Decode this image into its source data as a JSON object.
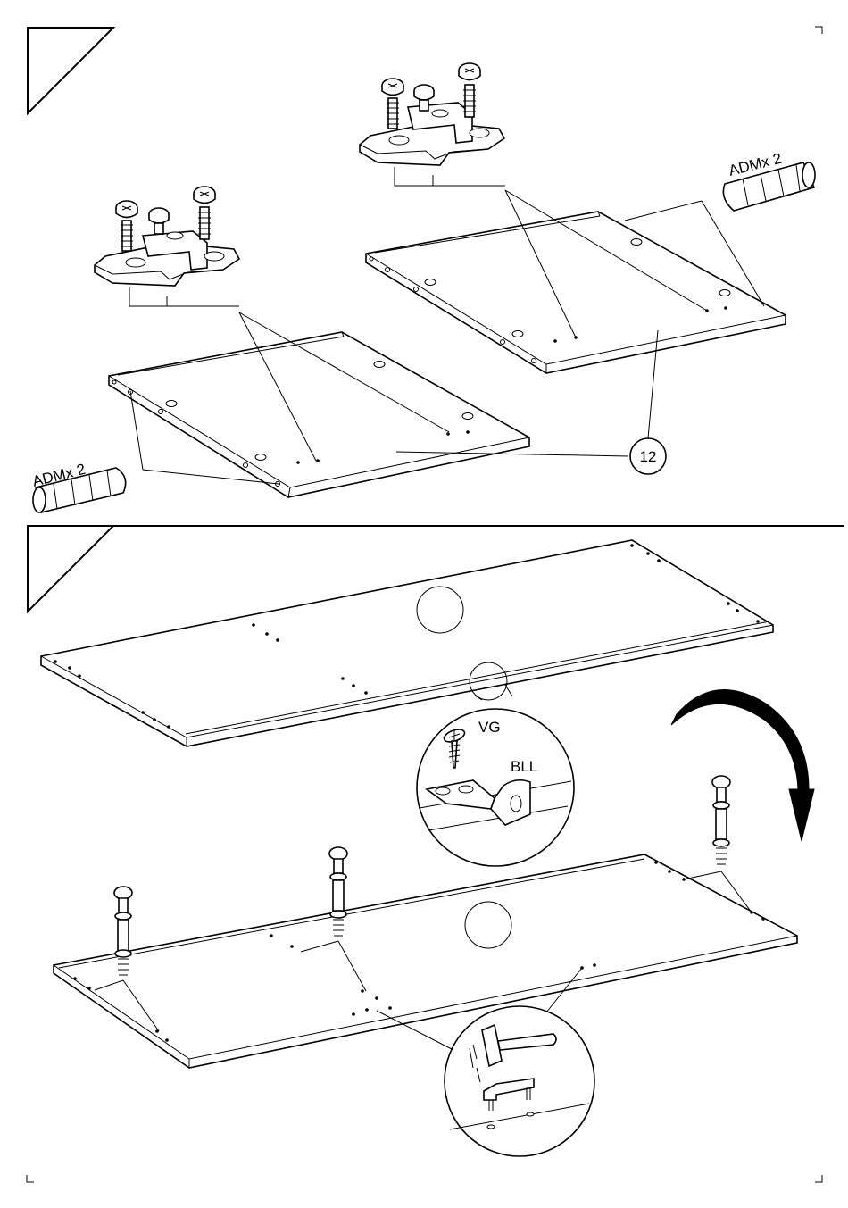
{
  "step1": {
    "left_dowel_label": "ADMx 2",
    "right_dowel_label": "ADMx 2",
    "part_number": "12"
  },
  "step2": {
    "screw_label": "VG",
    "bracket_label": "BLL"
  },
  "colors": {
    "ink": "#000000",
    "paper": "#ffffff"
  },
  "icons": [
    "cam-fitting-icon",
    "screw-icon",
    "dowel-icon",
    "cam-bolt-icon",
    "hammer-icon",
    "rotate-arrow-icon",
    "angle-bracket-icon"
  ]
}
